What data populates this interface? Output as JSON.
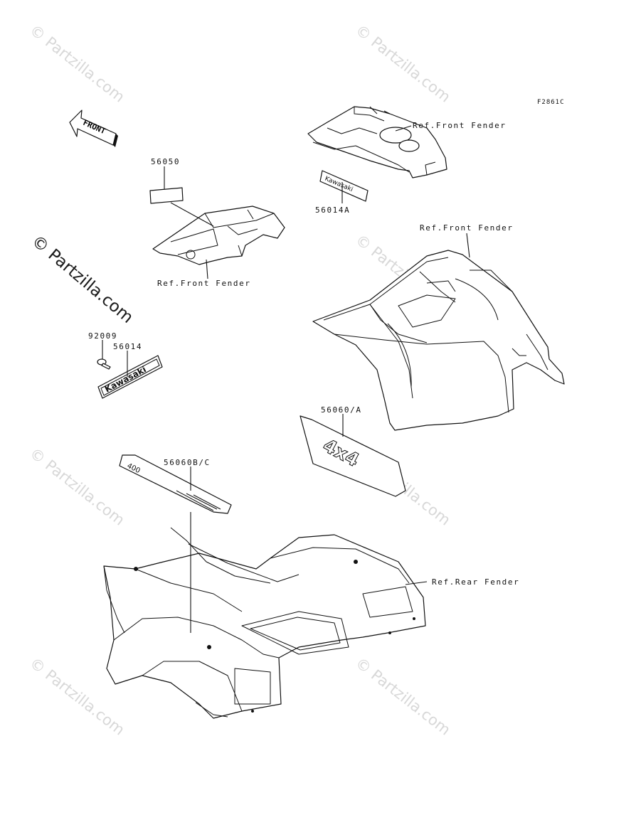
{
  "diagram": {
    "figure_code": "F2861C",
    "front_arrow_text": "FRONT",
    "watermarks": [
      "© Partzilla.com",
      "© Partzilla.com",
      "© Partzilla.com",
      "© Partzilla.com",
      "© Partzilla.com",
      "© Partzilla.com",
      "© Partzilla.com",
      "© Partzilla.com"
    ],
    "watermark_main": "© Partzilla.com",
    "labels": {
      "p56050": "56050",
      "ref_front_fender_1": "Ref.Front Fender",
      "ref_front_fender_2": "Ref.Front Fender",
      "ref_front_fender_3": "Ref.Front Fender",
      "p56014A": "56014A",
      "p92009": "92009",
      "p56014": "56014",
      "p56060A": "56060/A",
      "p56060BC": "56060B/C",
      "ref_rear_fender": "Ref.Rear Fender"
    },
    "decal_texts": {
      "kawasaki_small": "Kawasaki",
      "kawasaki_emblem": "Kawasaki",
      "model_400": "400",
      "four_by_four": "4x4"
    }
  }
}
